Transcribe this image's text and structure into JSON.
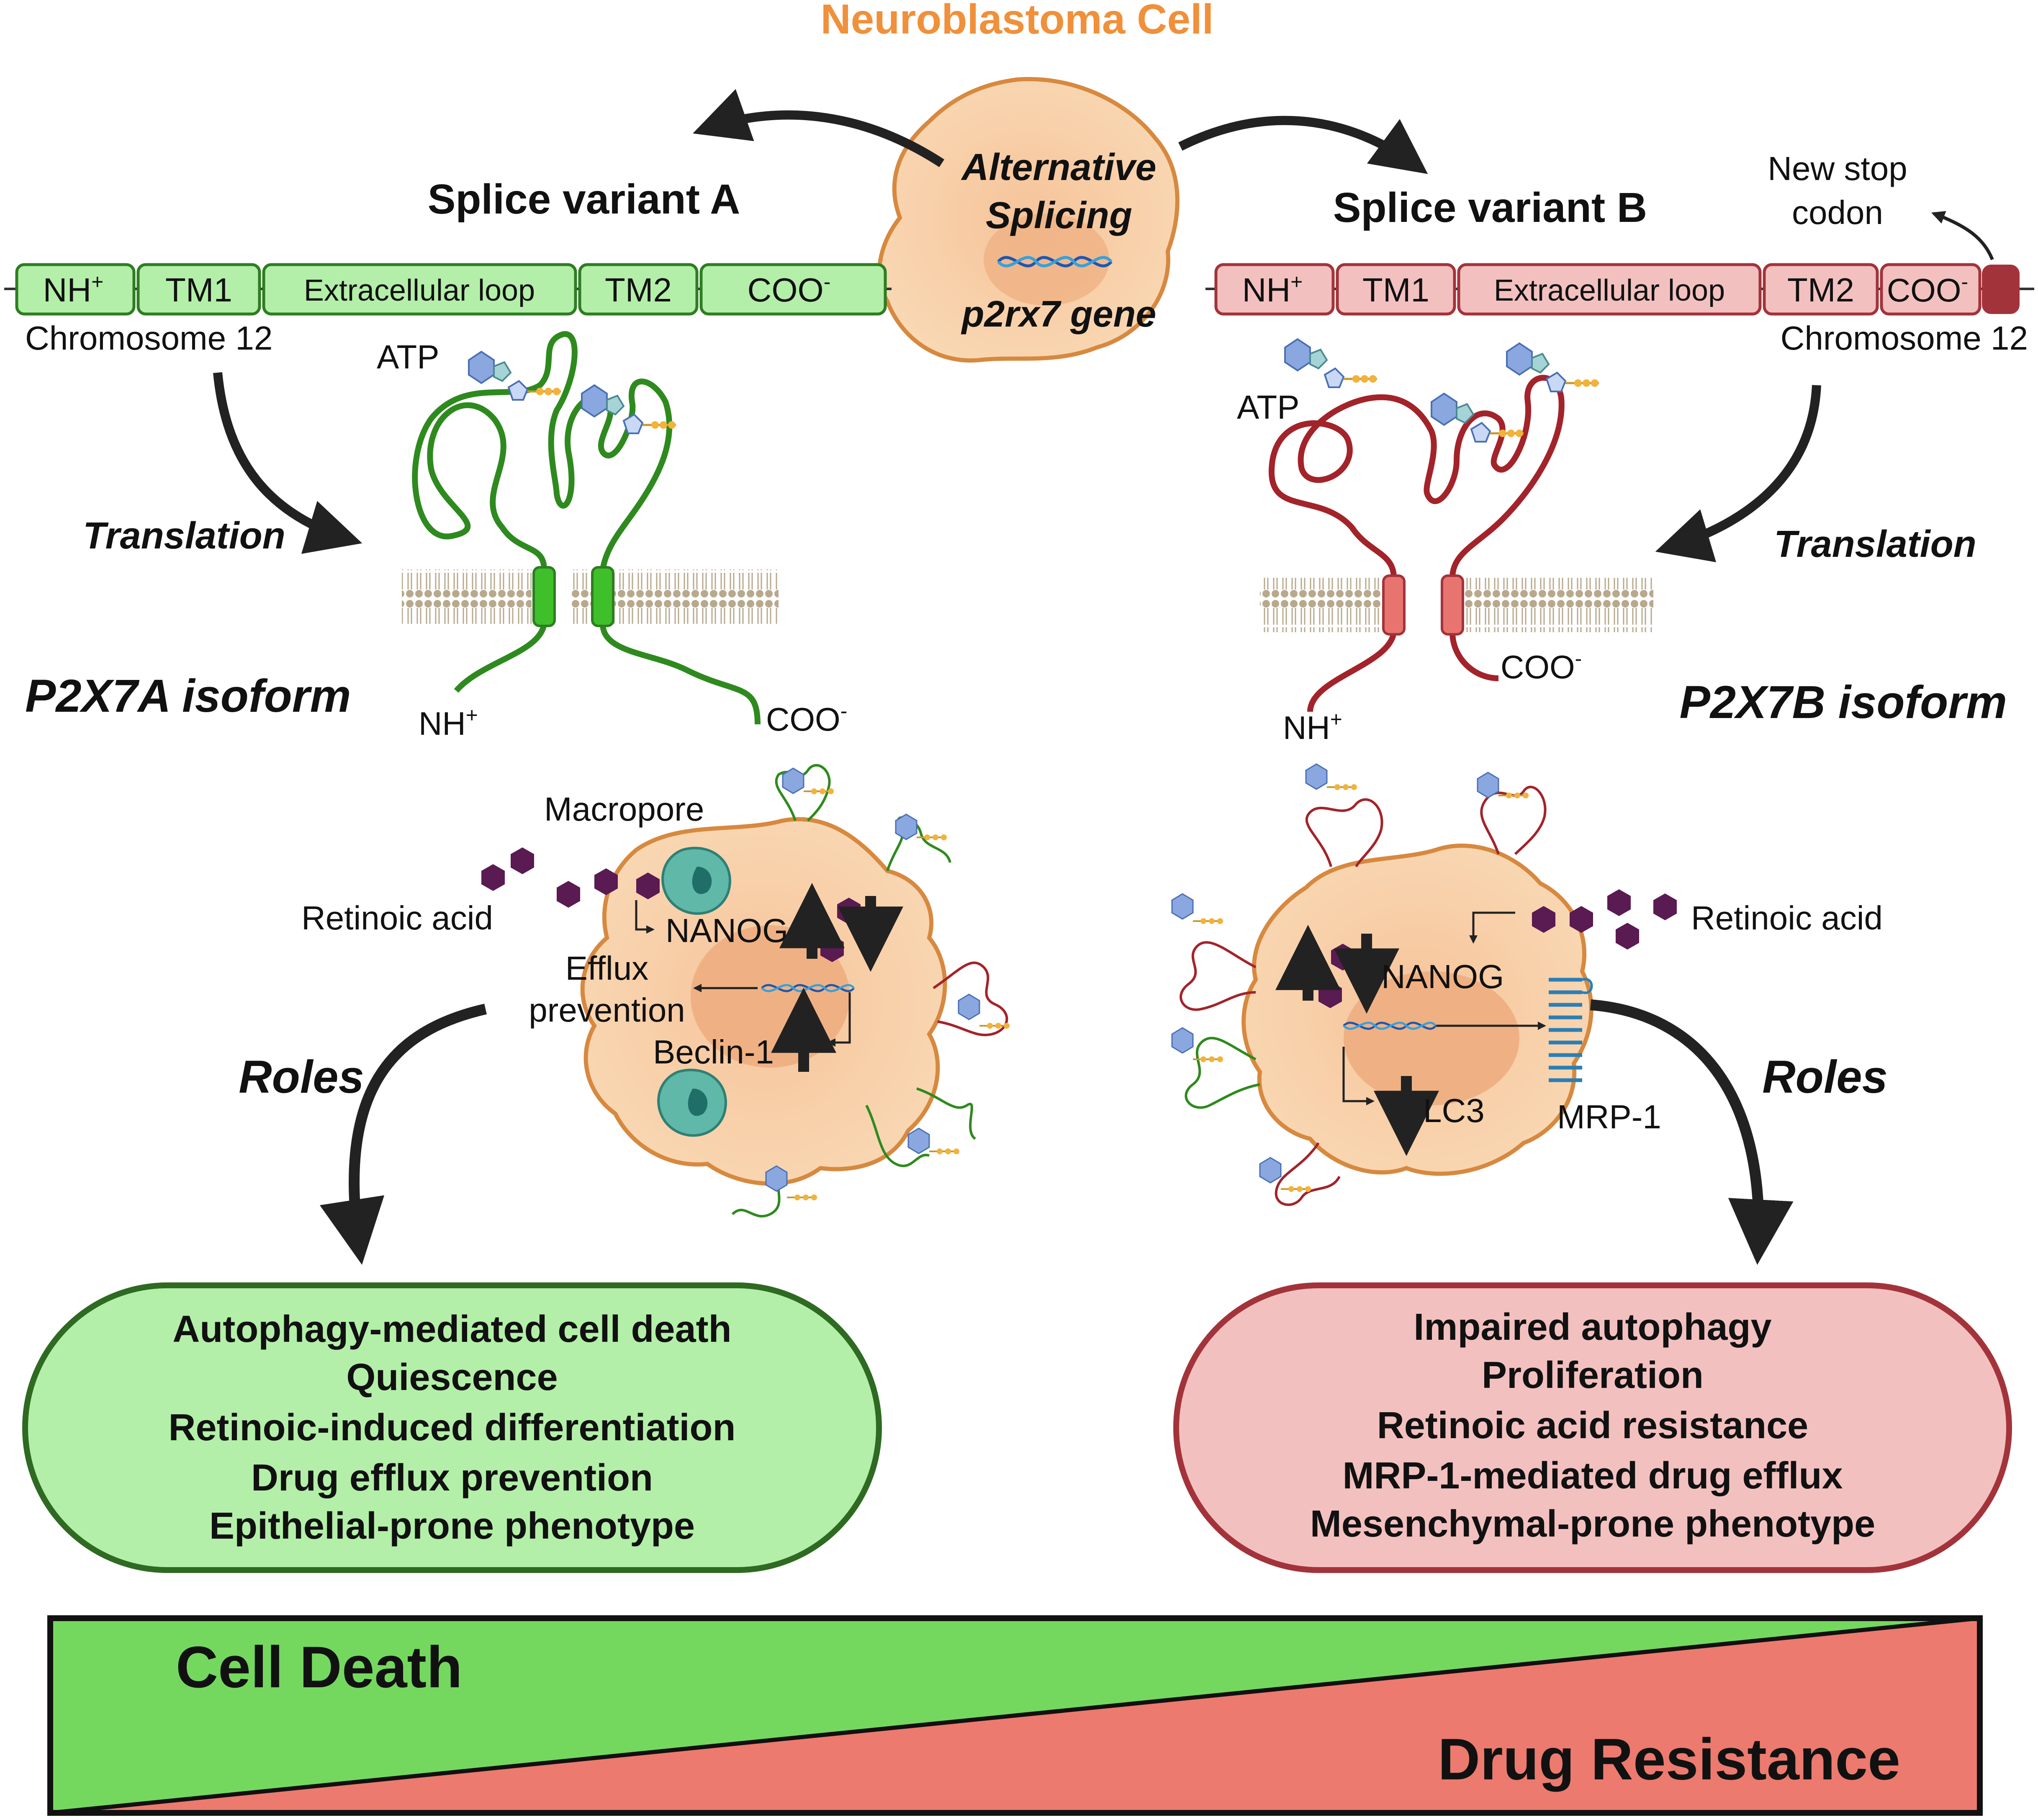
{
  "title": "Neuroblastoma Cell",
  "center": {
    "line1": "Alternative",
    "line2": "Splicing",
    "gene": "p2rx7 gene"
  },
  "variant_a": {
    "heading": "Splice variant A",
    "domains": [
      "NH",
      "TM1",
      "Extracellular loop",
      "TM2",
      "COO"
    ],
    "chromosome": "Chromosome 12",
    "translation": "Translation",
    "atp": "ATP",
    "isoform": "P2X7A isoform",
    "nh": "NH",
    "coo": "COO",
    "macropore": "Macropore",
    "retinoic": "Retinoic acid",
    "nanog": "NANOG",
    "efflux1": "Efflux",
    "efflux2": "prevention",
    "beclin": "Beclin-1",
    "roles": "Roles",
    "outcomes": [
      "Autophagy-mediated cell death",
      "Quiescence",
      "Retinoic-induced differentiation",
      "Drug efflux prevention",
      "Epithelial-prone phenotype"
    ]
  },
  "variant_b": {
    "heading": "Splice variant B",
    "domains": [
      "NH",
      "TM1",
      "Extracellular loop",
      "TM2",
      "COO"
    ],
    "stop1": "New stop",
    "stop2": "codon",
    "chromosome": "Chromosome 12",
    "translation": "Translation",
    "atp": "ATP",
    "isoform": "P2X7B isoform",
    "nh": "NH",
    "coo": "COO",
    "retinoic": "Retinoic acid",
    "nanog": "NANOG",
    "lc3": "LC3",
    "mrp": "MRP-1",
    "roles": "Roles",
    "outcomes": [
      "Impaired autophagy",
      "Proliferation",
      "Retinoic acid resistance",
      "MRP-1-mediated drug efflux",
      "Mesenchymal-prone phenotype"
    ]
  },
  "gradient": {
    "left_label": "Cell Death",
    "right_label": "Drug Resistance"
  },
  "colors": {
    "title_orange": "#f0903a",
    "green_fill": "#b3efa8",
    "green_stroke": "#2e7d22",
    "red_fill": "#f3c0c0",
    "red_stroke": "#a3333a",
    "cell_fill": "#f8cfa6",
    "cell_stroke": "#d7893f",
    "ra_purple": "#5a1a52",
    "death_green": "#74d85e",
    "resist_red": "#ec7a6e"
  }
}
